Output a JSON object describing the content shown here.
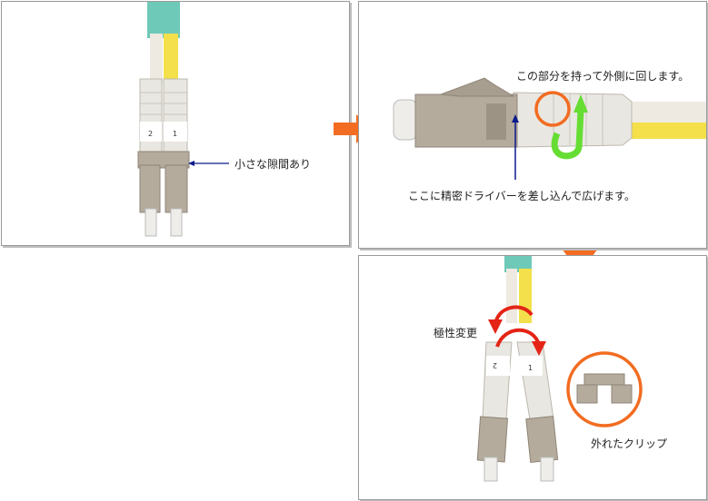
{
  "labels": {
    "small_gap": "小さな隙間あり",
    "rotate_instruction": "この部分を持って外側に回します。",
    "screwdriver_instruction": "ここに精密ドライバーを差し込んで広げます。",
    "polarity_change": "極性変更",
    "removed_clip": "外れたクリップ"
  },
  "connector_numbers": {
    "left": "2",
    "right": "1"
  },
  "colors": {
    "flow_arrow": "#f26c21",
    "highlight_circle": "#f26c21",
    "rotate_arrow": "#66dd33",
    "pointer_arrow": "#0a1a8a",
    "polarity_arrow": "#e42416",
    "cable_aqua": "#6fc9b8",
    "cable_yellow": "#f3e04a",
    "connector_beige": "#b5ab9d",
    "boot_white": "#e9e7e1"
  }
}
